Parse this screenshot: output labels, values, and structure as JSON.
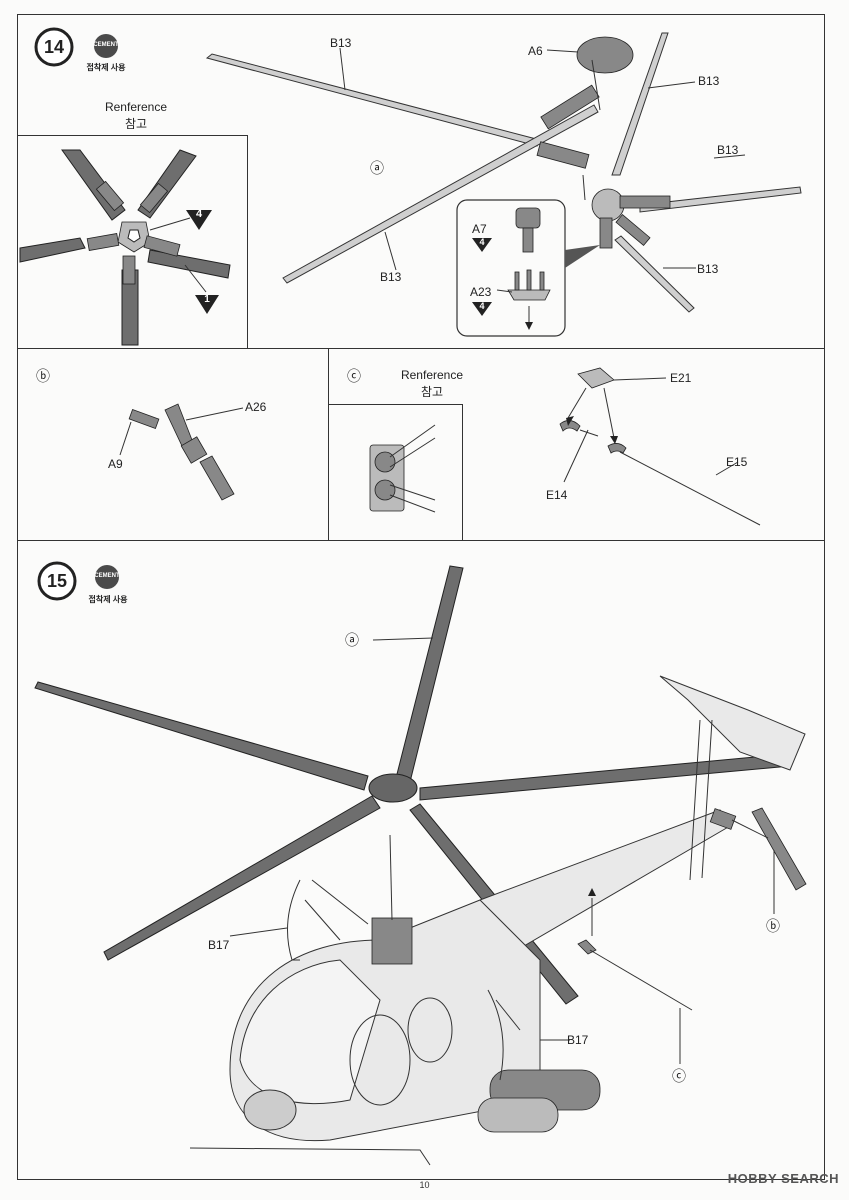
{
  "steps": [
    {
      "number": "14",
      "badge": "CEMENT",
      "badge_caption": "접착제 사용"
    },
    {
      "number": "15",
      "badge": "CEMENT",
      "badge_caption": "접착제 사용"
    }
  ],
  "reference": {
    "en": "Renference",
    "ko": "참고"
  },
  "callouts": {
    "a": "ⓐ",
    "b": "ⓑ",
    "c": "ⓒ"
  },
  "parts": {
    "B13": "B13",
    "A6": "A6",
    "A7": "A7",
    "A23": "A23",
    "A26": "A26",
    "A9": "A9",
    "E21": "E21",
    "E14": "E14",
    "E15": "E15",
    "B17": "B17"
  },
  "markers": {
    "four": "4",
    "one": "1"
  },
  "page_number": "10",
  "watermark": "HOBBY SEARCH"
}
